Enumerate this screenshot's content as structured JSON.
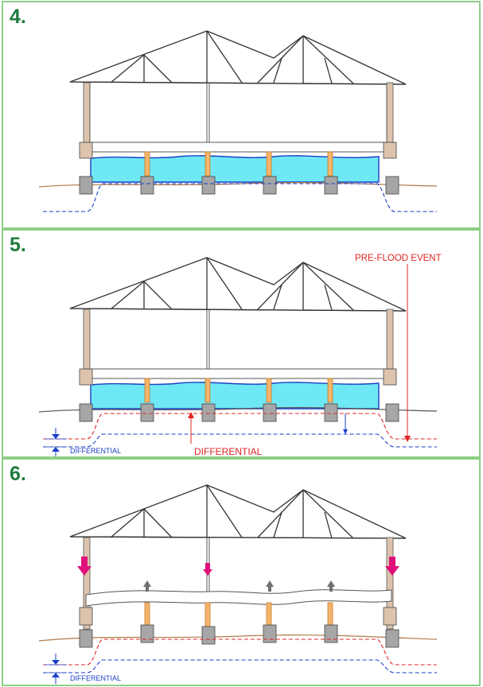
{
  "panels": [
    {
      "number": "4."
    },
    {
      "number": "5.",
      "pre_flood_label": "PRE-FLOOD EVENT",
      "differential_red_label": "DIFFERENTIAL",
      "differential_blue_label": "DIFFERENTIAL"
    },
    {
      "number": "6.",
      "differential_blue_label": "DIFFERENTIAL"
    }
  ],
  "colors": {
    "panel_border": "#8fce86",
    "number": "#1e7c3c",
    "water": "#6fe8f5",
    "water_edge": "#1a3fc7",
    "ground": "#b07a4a",
    "pier": "#a6a6a6",
    "wall": "#dcc3ad",
    "stump": "#f2b56b",
    "red_line": "#e02424",
    "blue_line": "#1a3fc7",
    "magenta_arrow": "#e0107a",
    "grey_arrow": "#707070"
  }
}
